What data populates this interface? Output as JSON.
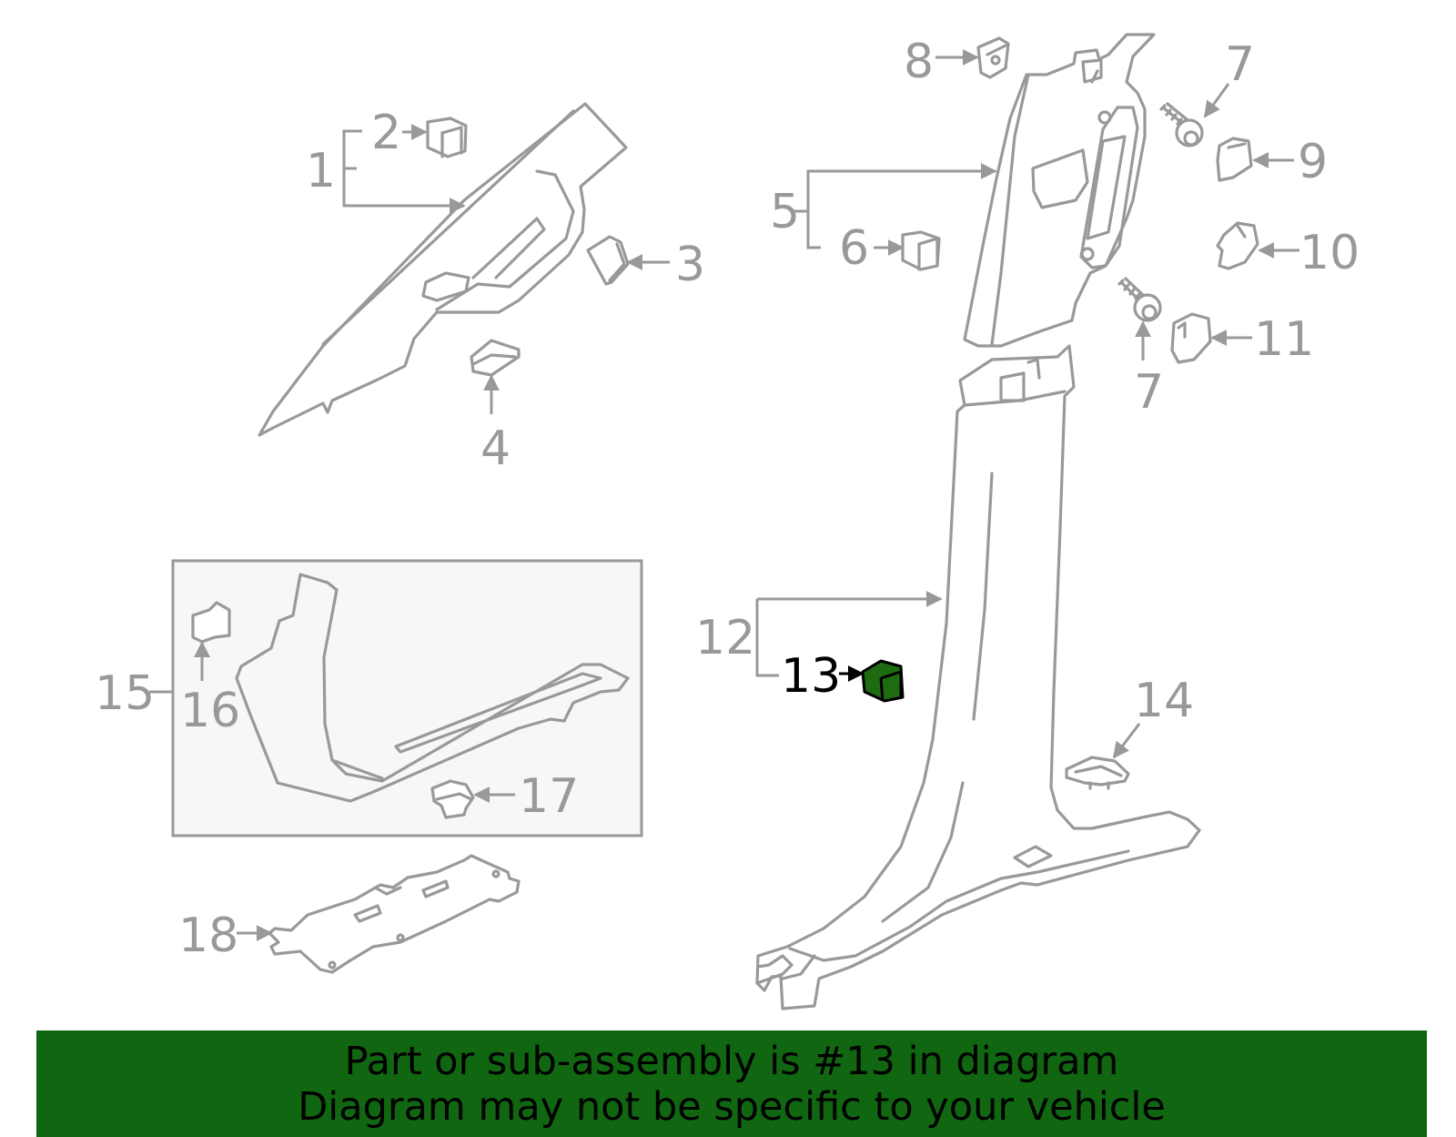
{
  "callouts": {
    "c1": "1",
    "c2": "2",
    "c3": "3",
    "c4": "4",
    "c5": "5",
    "c6": "6",
    "c7a": "7",
    "c7b": "7",
    "c8": "8",
    "c9": "9",
    "c10": "10",
    "c11": "11",
    "c12": "12",
    "c13": "13",
    "c14": "14",
    "c15": "15",
    "c16": "16",
    "c17": "17",
    "c18": "18"
  },
  "highlighted_part": "13",
  "banner": {
    "line1": "Part or sub-assembly is #13 in diagram",
    "line2": "Diagram may not be specific to your vehicle"
  },
  "colors": {
    "line_gray": "#999999",
    "banner_green": "#116611",
    "highlight_green": "#1e6b12",
    "inset_bg": "#f7f7f7"
  }
}
